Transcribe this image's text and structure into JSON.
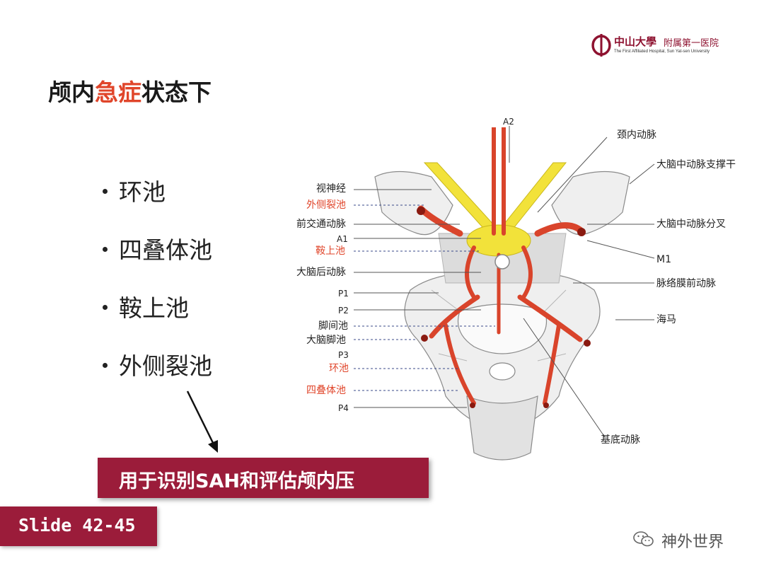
{
  "logo": {
    "name_cn": "中山大學",
    "sub_cn": "附属第一医院",
    "name_en": "The First Affiliated Hospital, Sun Yat-sen University"
  },
  "title": {
    "part1": "颅内",
    "highlight": "急症",
    "part2": "状态下"
  },
  "bullets": [
    "环池",
    "四叠体池",
    "鞍上池",
    "外侧裂池"
  ],
  "callout": "用于识别SAH和评估颅内压",
  "slide_tag": "Slide 42-45",
  "watermark": "神外世界",
  "diagram": {
    "left_labels": {
      "optic_nerve": "视神经",
      "sylvian_cistern": "外侧裂池",
      "acomm": "前交通动脉",
      "a1": "A1",
      "suprasellar": "鞍上池",
      "pca": "大脑后动脉",
      "p1": "P1",
      "p2": "P2",
      "interpeduncular": "脚间池",
      "crural": "大脑脚池",
      "p3": "P3",
      "ambient": "环池",
      "quadrigeminal": "四叠体池",
      "p4": "P4"
    },
    "right_labels": {
      "a2": "A2",
      "ica": "颈内动脉",
      "mca_trunk": "大脑中动脉支撑干",
      "mca_bifurcation": "大脑中动脉分叉",
      "m1": "M1",
      "acha": "脉络膜前动脉",
      "hippocampus": "海马",
      "basilar": "基底动脉"
    }
  },
  "colors": {
    "brand": "#9b1c3a",
    "accent": "#e0452a",
    "artery": "#d9442b",
    "optic": "#f2e23a"
  }
}
